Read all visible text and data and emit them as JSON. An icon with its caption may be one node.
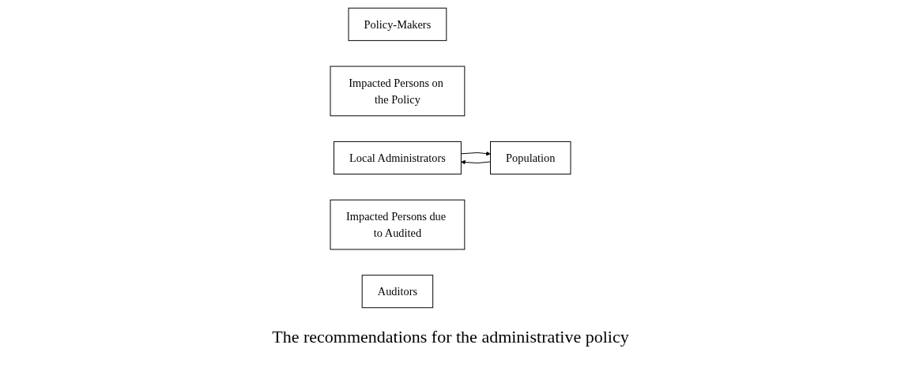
{
  "diagram": {
    "caption": "The recommendations for the administrative policy",
    "nodes": [
      {
        "text": [
          "Policy-Makers"
        ]
      },
      {
        "text": [
          "Impacted Persons on the Policy"
        ]
      },
      {
        "text": [
          "Local Administrators"
        ]
      },
      {
        "text": [
          "Population"
        ]
      },
      {
        "text": [
          "Impacted Persons due to Audited"
        ]
      },
      {
        "text": [
          "Auditors"
        ]
      }
    ],
    "edges": [
      {
        "from": 2,
        "to": 3,
        "arrow": "to"
      },
      {
        "from": 3,
        "to": 2,
        "arrow": "to"
      }
    ]
  }
}
